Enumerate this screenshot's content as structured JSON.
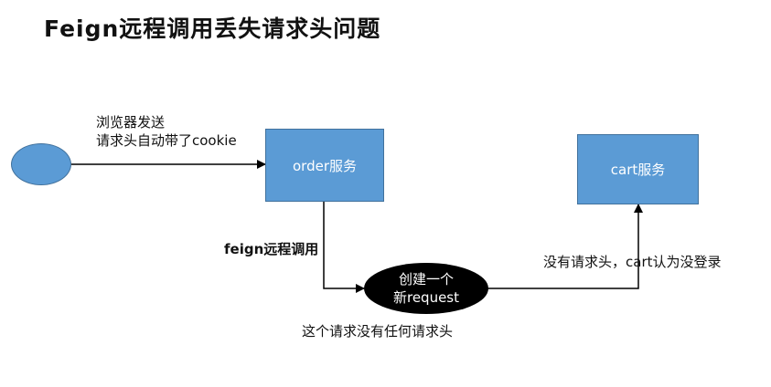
{
  "title": "Feign远程调用丢失请求头问题",
  "nodes": {
    "order": "order服务",
    "cart": "cart服务",
    "new_request_line1": "创建一个",
    "new_request_line2": "新request"
  },
  "edge_labels": {
    "browser_line1": "浏览器发送",
    "browser_line2": "请求头自动带了cookie",
    "feign_call": "feign远程调用",
    "no_header": "没有请求头，cart认为没登录",
    "no_any_header": "这个请求没有任何请求头"
  },
  "colors": {
    "box_fill": "#5b9bd5",
    "box_border": "#41719c",
    "ellipse_fill": "#000000"
  }
}
